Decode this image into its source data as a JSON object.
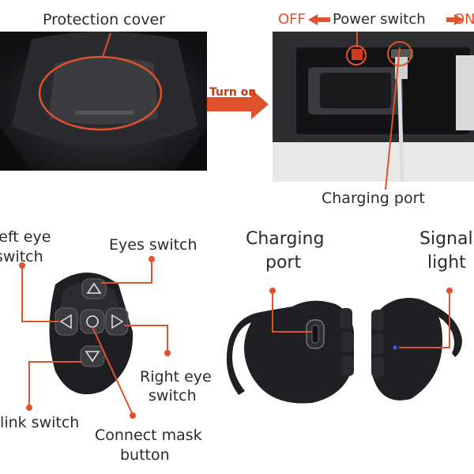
{
  "top_left": {
    "label": "Protection cover"
  },
  "arrow_label": "Turn on",
  "top_right": {
    "off_label": "OFF",
    "switch_label": "Power switch",
    "on_label": "ON",
    "charging_label": "Charging port"
  },
  "remote": {
    "left_eye_line1": "Left eye",
    "left_eye_line2": "switch",
    "eyes_switch": "Eyes switch",
    "right_eye_line1": "Right eye",
    "right_eye_line2": "switch",
    "blink_switch": "Blink switch",
    "connect_line1": "Connect mask",
    "connect_line2": "button"
  },
  "ring": {
    "charging_line1": "Charging",
    "charging_line2": "port",
    "signal_line1": "Signal",
    "signal_line2": "light"
  },
  "colors": {
    "accent": "#e0522b",
    "dark": "#1e1f22"
  }
}
